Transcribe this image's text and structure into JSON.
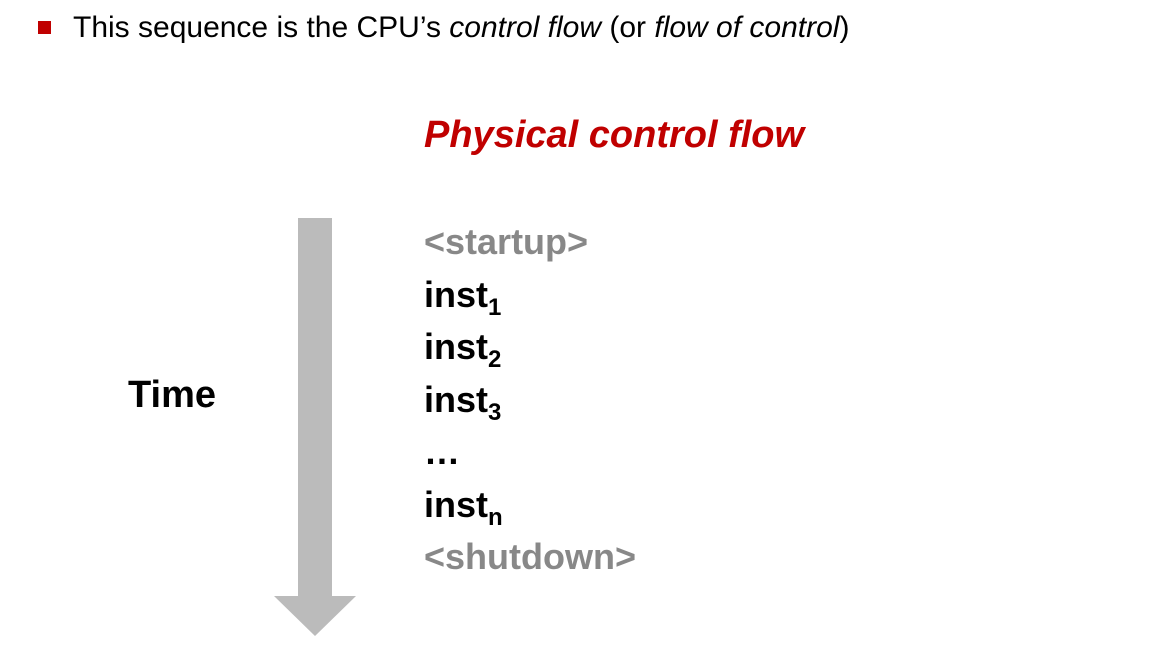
{
  "colors": {
    "bullet": "#C00000",
    "title": "#C00000",
    "text": "#000000",
    "muted": "#888888",
    "arrow": "#BBBBBB"
  },
  "bullet": {
    "icon": "square-bullet-icon",
    "prefix": "This sequence is the CPU’s ",
    "term1": "control flow",
    "middle": " (or ",
    "term2": "flow of control",
    "suffix": ")"
  },
  "diagram": {
    "title": "Physical control flow",
    "time_label": "Time",
    "arrow_icon": "down-arrow-icon",
    "sequence": [
      {
        "text": "<startup>",
        "sub": "",
        "muted": true
      },
      {
        "text": "inst",
        "sub": "1",
        "muted": false
      },
      {
        "text": "inst",
        "sub": "2",
        "muted": false
      },
      {
        "text": "inst",
        "sub": "3",
        "muted": false
      },
      {
        "text": "…",
        "sub": "",
        "muted": false
      },
      {
        "text": "inst",
        "sub": "n",
        "muted": false
      },
      {
        "text": "<shutdown>",
        "sub": "",
        "muted": true
      }
    ]
  }
}
